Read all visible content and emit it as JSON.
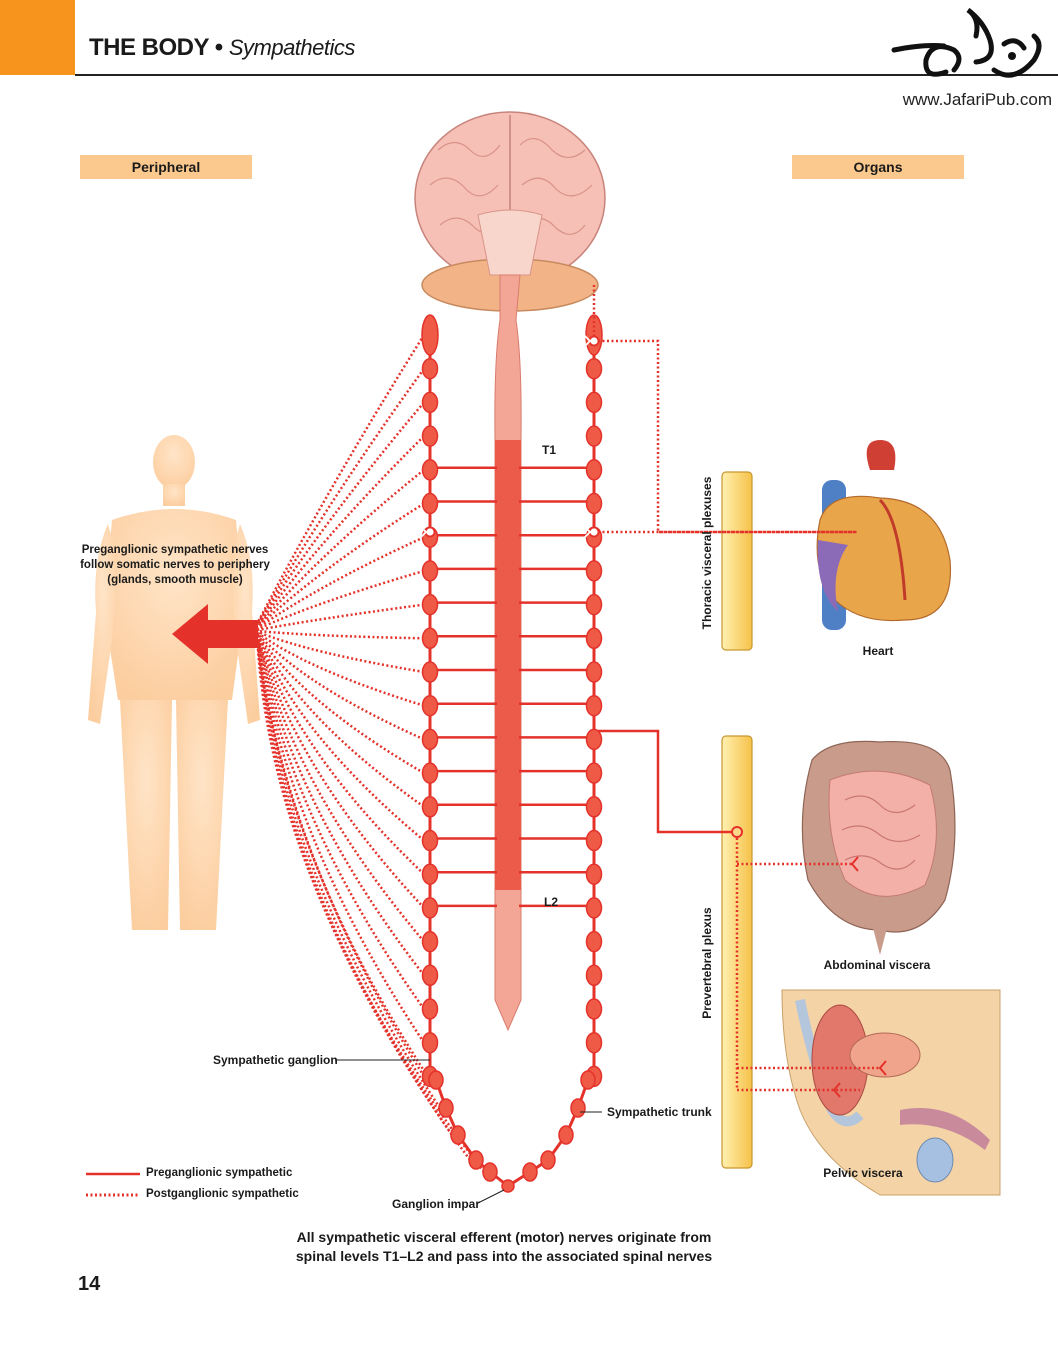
{
  "header": {
    "section": "THE BODY",
    "separator": "•",
    "subsection": "Sympathetics",
    "site": "www.JafariPub.com"
  },
  "columns": {
    "peripheral": "Peripheral",
    "organs": "Organs"
  },
  "spinal_levels": {
    "top": "T1",
    "bottom": "L2"
  },
  "labels": {
    "preganglionic_note": [
      "Preganglionic sympathetic nerves",
      "follow somatic nerves to periphery",
      "(glands, smooth muscle)"
    ],
    "thoracic_plexus": "Thoracic visceral plexuses",
    "prevertebral_plexus": "Prevertebral plexus",
    "heart": "Heart",
    "abdominal": "Abdominal viscera",
    "pelvic": "Pelvic viscera",
    "sympathetic_ganglion": "Sympathetic ganglion",
    "sympathetic_trunk": "Sympathetic trunk",
    "ganglion_impar": "Ganglion impar"
  },
  "legend": {
    "pre": "Preganglionic sympathetic",
    "post": "Postganglionic sympathetic"
  },
  "caption": [
    "All sympathetic visceral efferent (motor) nerves originate from",
    "spinal levels T1–L2 and pass into the associated spinal nerves"
  ],
  "page_number": "14",
  "colors": {
    "accent": "#f7941d",
    "label_box": "#fbc98d",
    "nerve_red": "#e4322b",
    "ganglion_fill": "#ee5a45",
    "cord": "#f3a596",
    "cord_segment": "#ec5a4a",
    "plexus_bar": "#fbd98a",
    "body_skin": "#fdd3a6"
  }
}
